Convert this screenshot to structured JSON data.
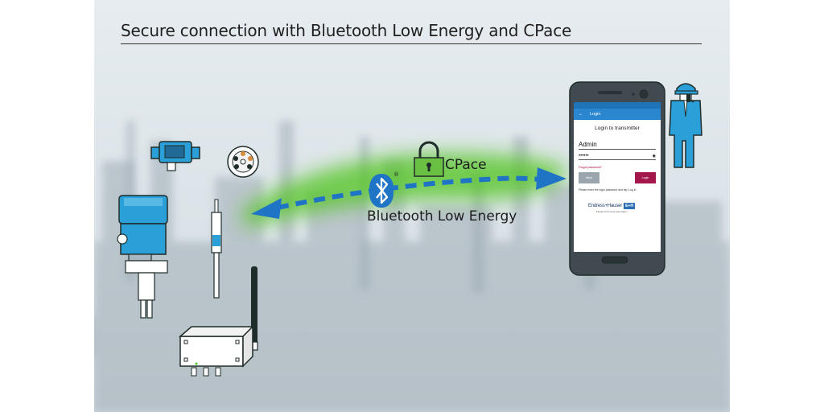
{
  "title": "Secure connection with Bluetooth Low Energy and CPace",
  "labels": {
    "cpace": "CPace",
    "ble": "Bluetooth Low Energy",
    "registered": "®"
  },
  "phone_screen": {
    "app_title": "Login",
    "back_glyph": "←",
    "heading": "Login to transmitter",
    "username": "Admin",
    "password_mask": "••••••",
    "eye_glyph": "◉",
    "forgot": "Forgot password?",
    "abort_label": "Abort",
    "login_label": "Login",
    "hint": "Please enter the login password and tap 'Log in'",
    "brand": "Endress+Hauser",
    "brand_mark": "E+H",
    "brand_tagline": "People for Process Automation"
  },
  "colors": {
    "arrow": "#1f74c6",
    "device_blue": "#2b9fd8",
    "glow": "#4fc41f",
    "brand_red": "#a3174c"
  },
  "icons": {
    "lock": "padlock-icon",
    "bluetooth": "bluetooth-icon",
    "operator": "person-icon"
  }
}
